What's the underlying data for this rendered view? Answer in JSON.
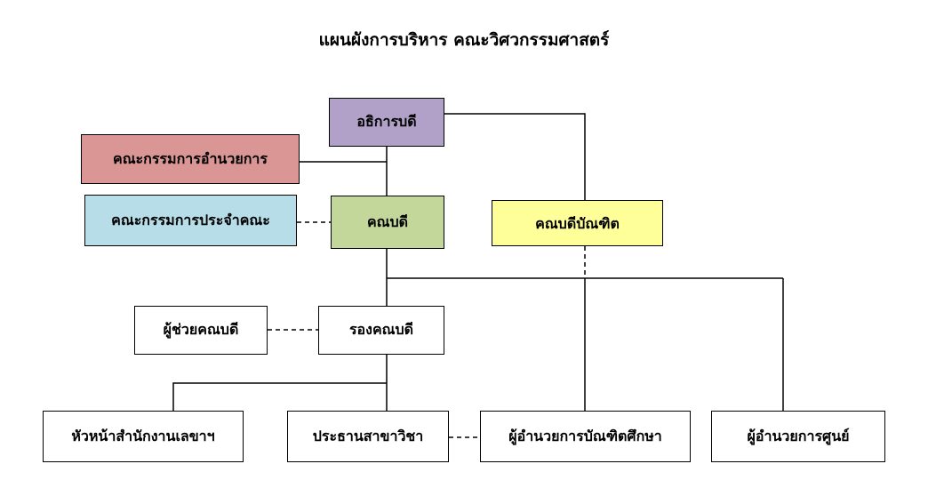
{
  "title": "แผนผังการบริหาร คณะวิศวกรรมศาสตร์",
  "nodes": {
    "president": {
      "label": "อธิการบดี",
      "color": "#b1a0c7"
    },
    "exec_committee": {
      "label": "คณะกรรมการอำนวยการ",
      "color": "#da9694"
    },
    "faculty_committee": {
      "label": "คณะกรรมการประจำคณะ",
      "color": "#b7dee8"
    },
    "dean": {
      "label": "คณบดี",
      "color": "#c4d79b"
    },
    "grad_dean": {
      "label": "คณบดีบัณฑิต",
      "color": "#ffff99"
    },
    "asst_dean": {
      "label": "ผู้ช่วยคณบดี",
      "color": "#ffffff"
    },
    "vice_dean": {
      "label": "รองคณบดี",
      "color": "#ffffff"
    },
    "secretary_head": {
      "label": "หัวหน้าสำนักงานเลขาฯ",
      "color": "#ffffff"
    },
    "dept_chair": {
      "label": "ประธานสาขาวิชา",
      "color": "#ffffff"
    },
    "grad_director": {
      "label": "ผู้อำนวยการบัณฑิตศึกษา",
      "color": "#ffffff"
    },
    "center_director": {
      "label": "ผู้อำนวยการศูนย์",
      "color": "#ffffff"
    }
  }
}
